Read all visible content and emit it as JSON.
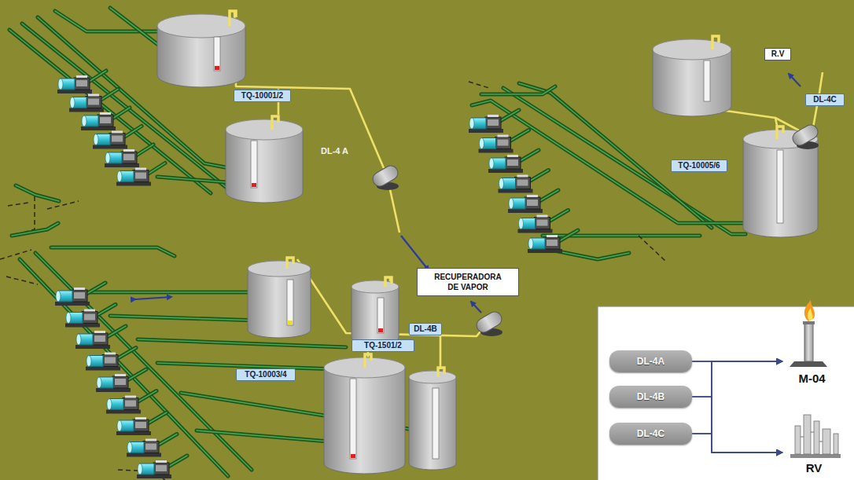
{
  "diagram": {
    "nodes": [
      {
        "text": [
          "TQ-10001/2"
        ]
      },
      {
        "text": [
          "R.V"
        ]
      },
      {
        "text": [
          "DL-4C"
        ]
      },
      {
        "text": [
          "TQ-10005/6"
        ]
      },
      {
        "text": [
          "RECUPERADORA DE VAPOR"
        ]
      },
      {
        "text": [
          "DL-4B"
        ]
      },
      {
        "text": [
          "TQ-1501/2"
        ]
      },
      {
        "text": [
          "TQ-10003/4"
        ]
      },
      {
        "text": [
          "DL-4A"
        ]
      },
      {
        "text": [
          "DL-4B"
        ]
      },
      {
        "text": [
          "DL-4C"
        ]
      },
      {
        "text": [
          "M-04"
        ]
      },
      {
        "text": [
          "RV"
        ]
      }
    ],
    "edges": [
      {
        "from": 8,
        "to": 11,
        "arrow": "to"
      },
      {
        "from": 8,
        "to": 12,
        "arrow": "to"
      },
      {
        "from": 9,
        "to": 11,
        "arrow": "to"
      },
      {
        "from": 9,
        "to": 12,
        "arrow": "to"
      },
      {
        "from": 10,
        "to": 11,
        "arrow": "to"
      },
      {
        "from": 10,
        "to": 12,
        "arrow": "to"
      }
    ],
    "labels": [
      "DL-4 A"
    ]
  }
}
